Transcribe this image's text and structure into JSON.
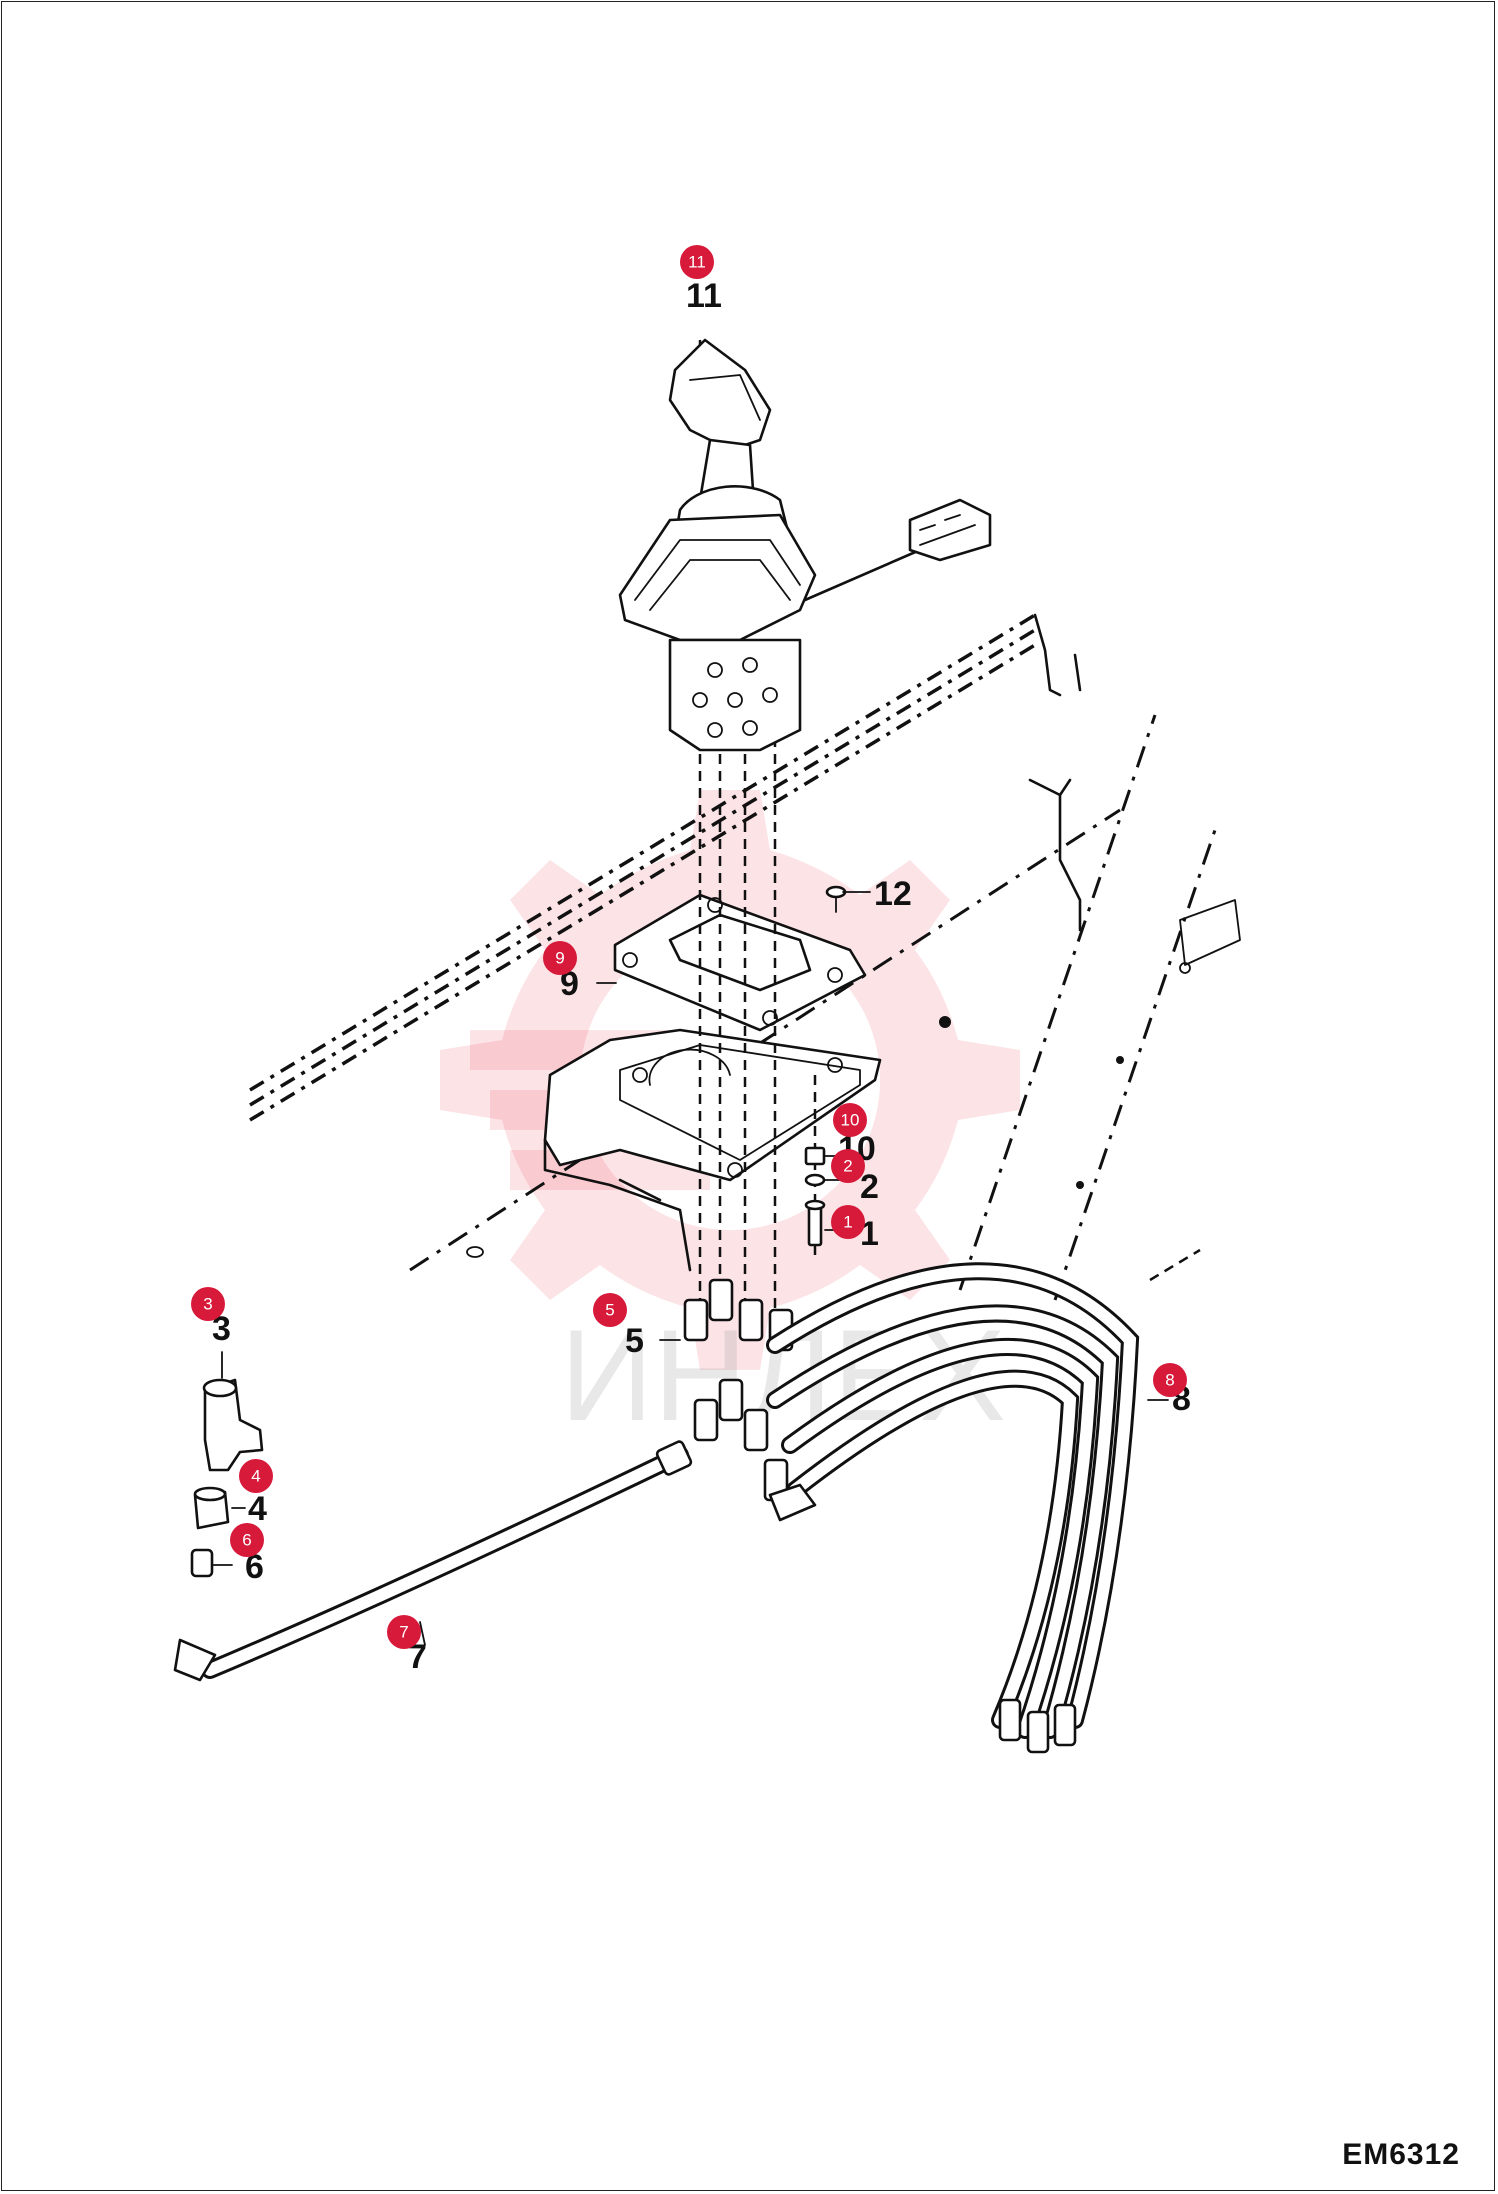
{
  "drawing_code": "EM6312",
  "watermark_text": "ИНЛЕХ",
  "accent_color": "#d7193a",
  "parts": [
    {
      "num": "1",
      "label": "1"
    },
    {
      "num": "2",
      "label": "2"
    },
    {
      "num": "3",
      "label": "3"
    },
    {
      "num": "4",
      "label": "4"
    },
    {
      "num": "5",
      "label": "5"
    },
    {
      "num": "6",
      "label": "6"
    },
    {
      "num": "7",
      "label": "7"
    },
    {
      "num": "8",
      "label": "8"
    },
    {
      "num": "9",
      "label": "9"
    },
    {
      "num": "10",
      "label": "10"
    },
    {
      "num": "11",
      "label": "11"
    },
    {
      "num": "12",
      "label": "12"
    }
  ]
}
